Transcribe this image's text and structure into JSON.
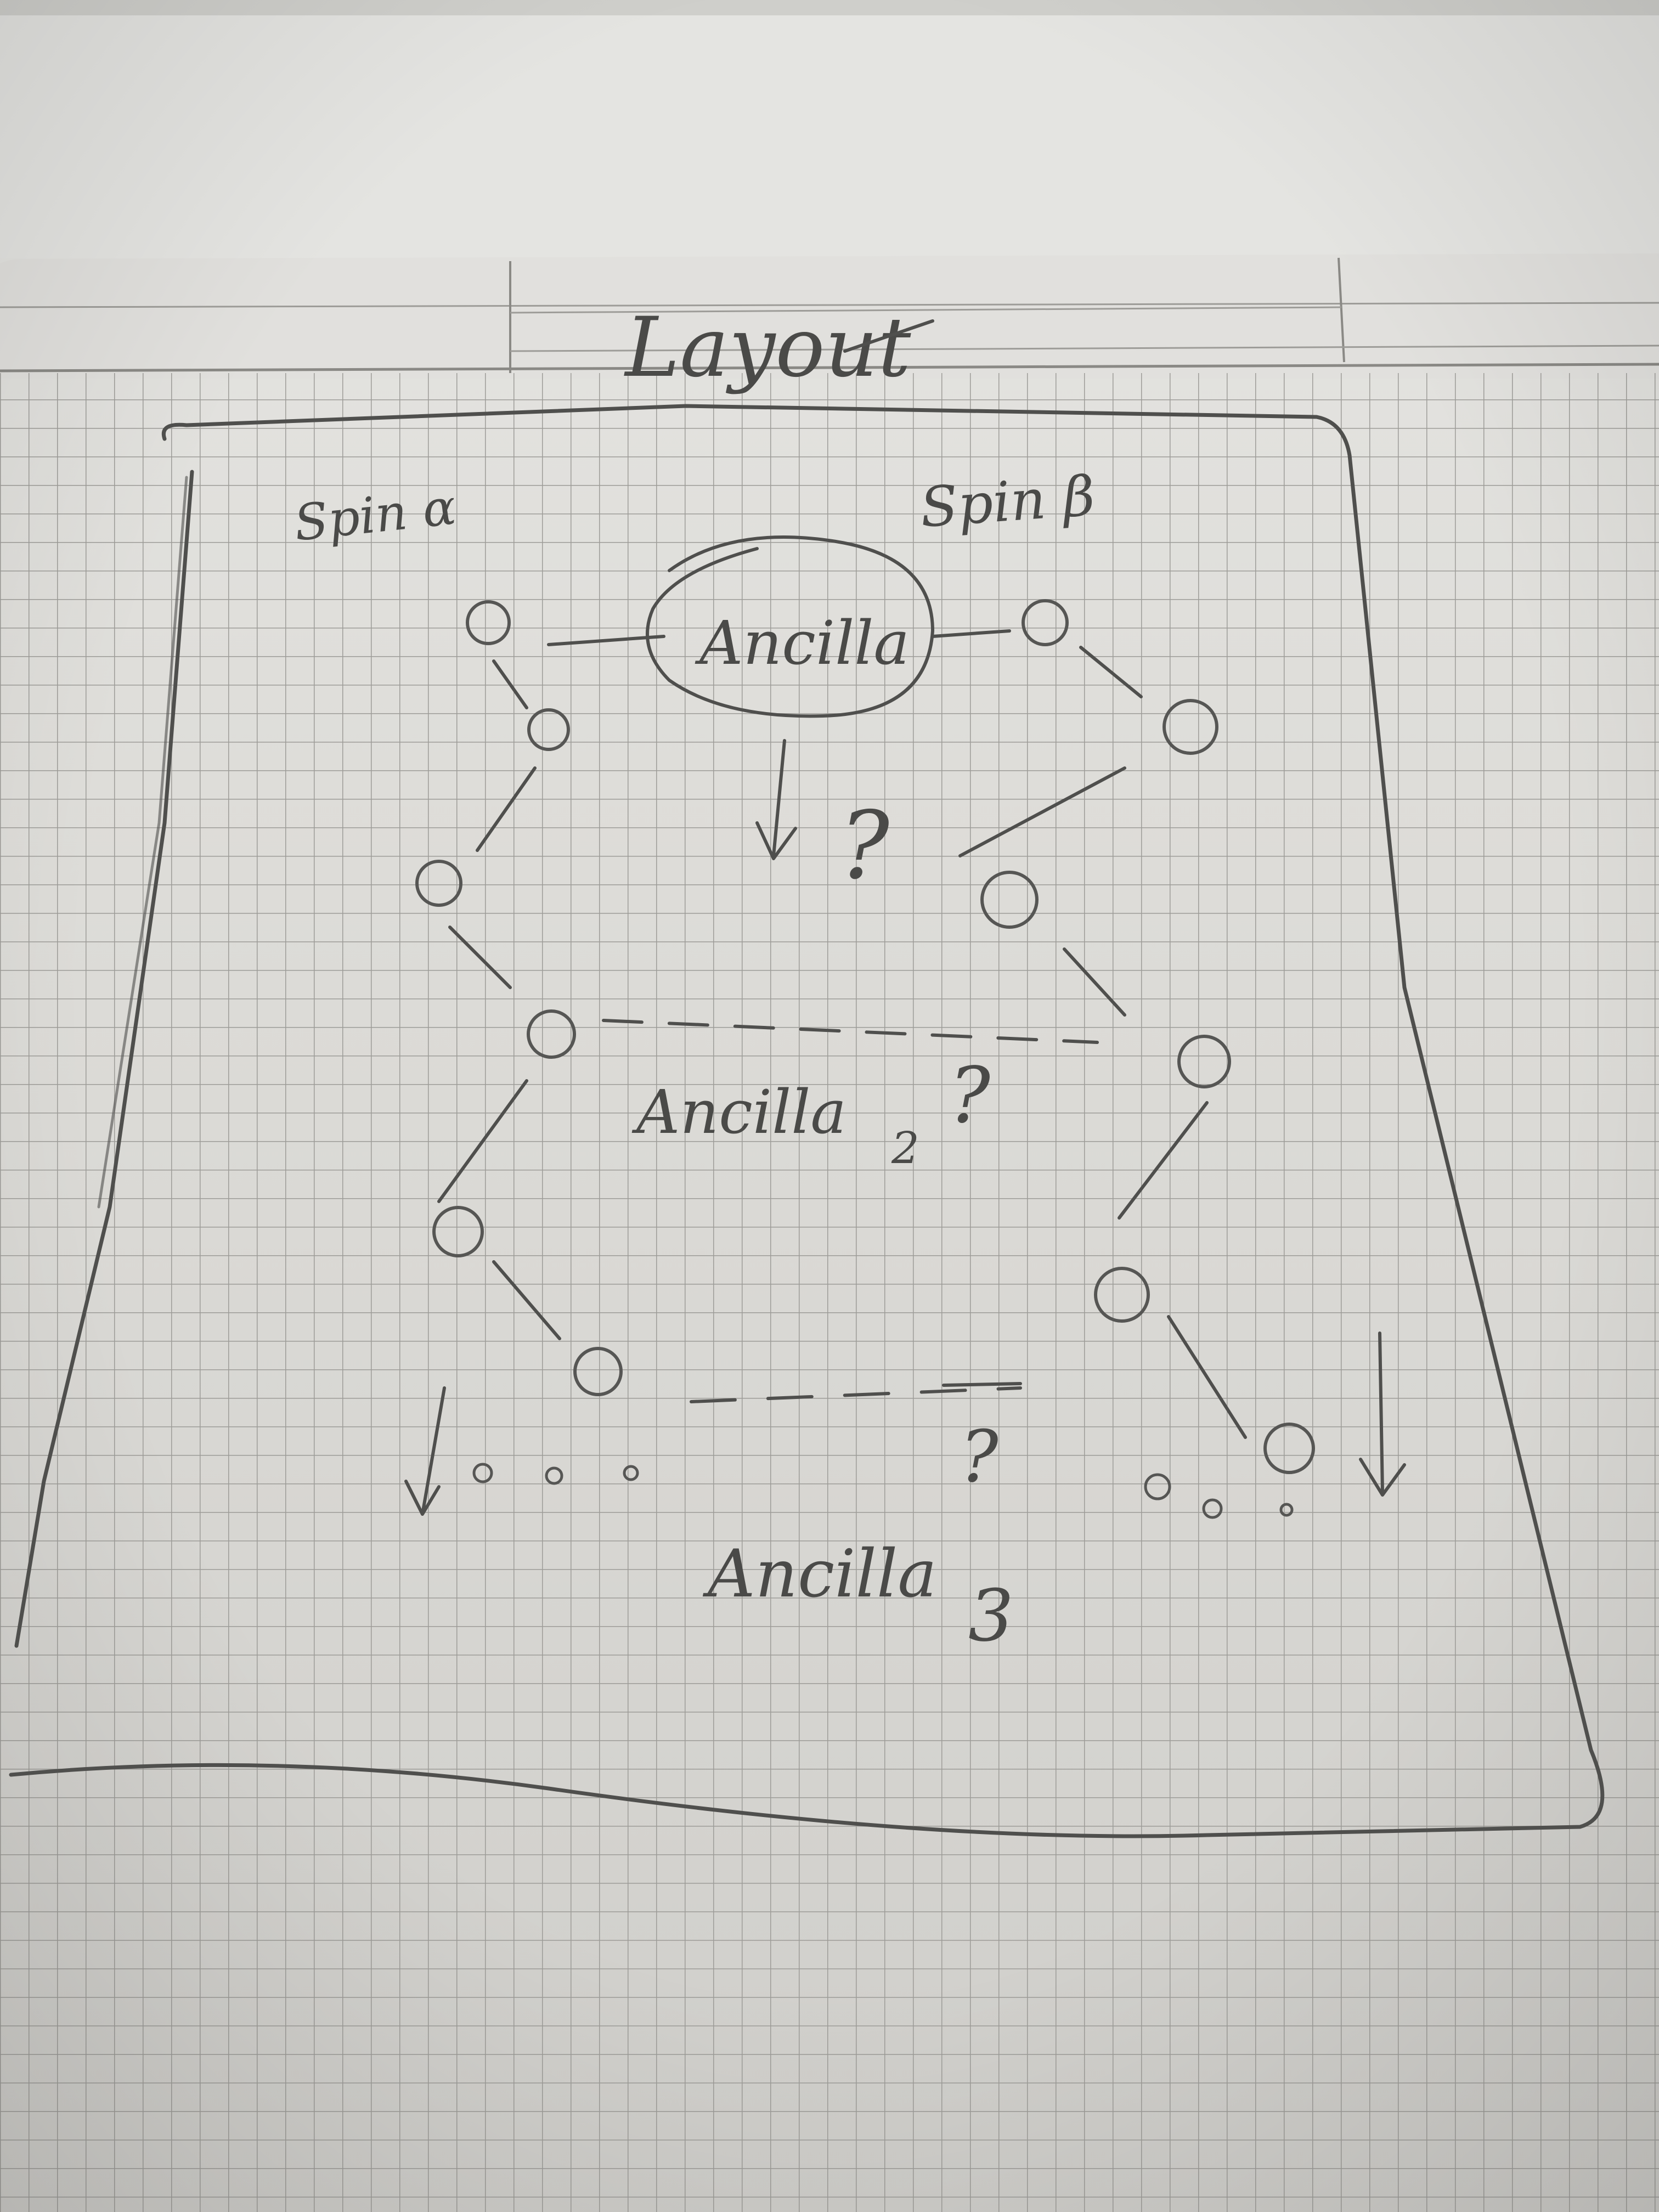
{
  "title": "Layout",
  "labels": {
    "spin_alpha": "Spin α",
    "spin_beta": "Spin β",
    "ancilla_1": "Ancilla",
    "ancilla_2": "Ancilla",
    "ancilla_2_subscript": "2",
    "ancilla_3": "Ancilla",
    "ancilla_3_subscript": "3",
    "question_mark": "?"
  },
  "colors": {
    "paper": "#dedddb",
    "grid": "#9d9c98",
    "pencil": "#4f4f4d"
  }
}
